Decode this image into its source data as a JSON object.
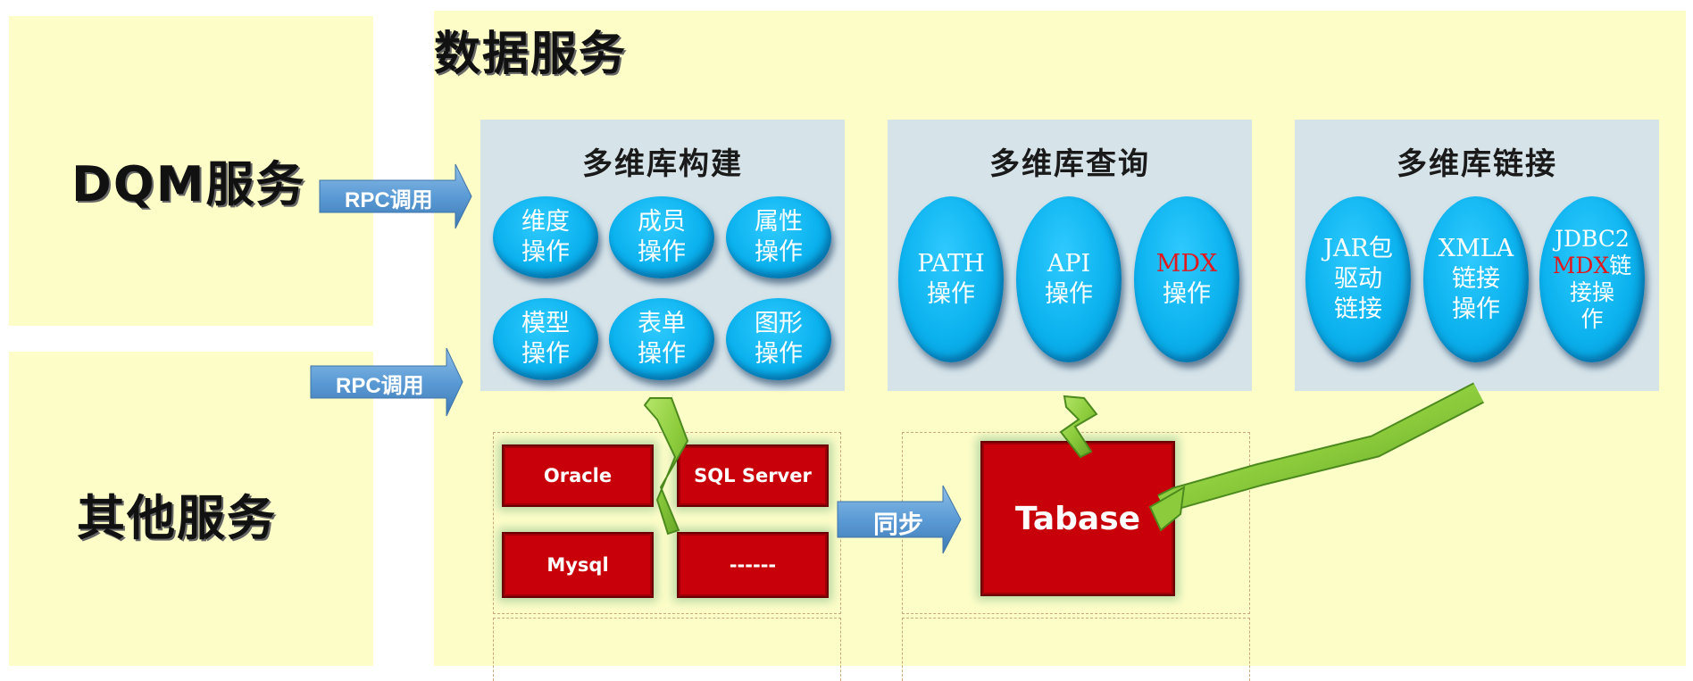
{
  "left": {
    "dqm_label": "DQM服务",
    "other_label": "其他服务",
    "rpc_top": "RPC调用",
    "rpc_bottom": "RPC调用"
  },
  "main": {
    "title": "数据服务",
    "build": {
      "title": "多维库构建",
      "items": [
        {
          "l1": "维度",
          "l2": "操作"
        },
        {
          "l1": "成员",
          "l2": "操作"
        },
        {
          "l1": "属性",
          "l2": "操作"
        },
        {
          "l1": "模型",
          "l2": "操作"
        },
        {
          "l1": "表单",
          "l2": "操作"
        },
        {
          "l1": "图形",
          "l2": "操作"
        }
      ]
    },
    "query": {
      "title": "多维库查询",
      "items": [
        {
          "l1": "PATH",
          "l2": "操作"
        },
        {
          "l1": "API",
          "l2": "操作"
        },
        {
          "l1": "MDX",
          "l2": "操作"
        }
      ]
    },
    "link": {
      "title": "多维库链接",
      "items": [
        {
          "l1": "JAR包",
          "l2": "驱动",
          "l3": "链接"
        },
        {
          "l1": "XMLA",
          "l2": "链接",
          "l3": "操作"
        },
        {
          "l1": "JDBC2",
          "l2a": "MDX",
          "l2b": "链",
          "l3": "接操",
          "l4": "作"
        }
      ]
    },
    "databases": [
      "Oracle",
      "SQL Server",
      "Mysql",
      "------"
    ],
    "sync_label": "同步",
    "tabase_label": "Tabase"
  },
  "colors": {
    "panel_bg": "#fdfdc8",
    "section_bg": "#d6e4ea",
    "oval": "#0bb2ee",
    "db_red": "#c8000a",
    "arrow_blue": "#5b9bd5",
    "bolt_green": "#8ccc3c"
  }
}
